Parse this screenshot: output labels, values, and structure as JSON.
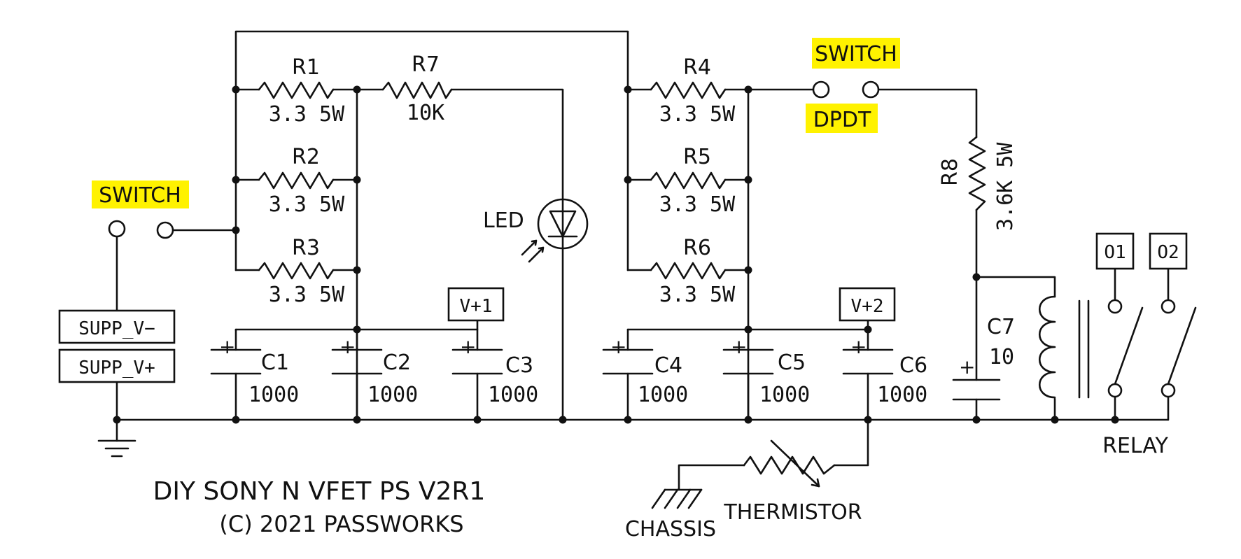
{
  "title": {
    "line1": "DIY SONY N VFET PS V2R1",
    "line2": "(C) 2021 PASSWORKS"
  },
  "switches": {
    "input": {
      "label": "SWITCH"
    },
    "dpdt": {
      "label_top": "SWITCH",
      "label_bottom": "DPDT"
    }
  },
  "resistors": {
    "r1": {
      "name": "R1",
      "value": "3.3 5W"
    },
    "r2": {
      "name": "R2",
      "value": "3.3 5W"
    },
    "r3": {
      "name": "R3",
      "value": "3.3 5W"
    },
    "r4": {
      "name": "R4",
      "value": "3.3 5W"
    },
    "r5": {
      "name": "R5",
      "value": "3.3 5W"
    },
    "r6": {
      "name": "R6",
      "value": "3.3 5W"
    },
    "r7": {
      "name": "R7",
      "value": "10K"
    },
    "r8": {
      "name": "R8",
      "value": "3.6K 5W"
    }
  },
  "capacitors": {
    "c1": {
      "name": "C1",
      "value": "1000"
    },
    "c2": {
      "name": "C2",
      "value": "1000"
    },
    "c3": {
      "name": "C3",
      "value": "1000"
    },
    "c4": {
      "name": "C4",
      "value": "1000"
    },
    "c5": {
      "name": "C5",
      "value": "1000"
    },
    "c6": {
      "name": "C6",
      "value": "1000"
    },
    "c7": {
      "name": "C7",
      "value": "10"
    }
  },
  "led": {
    "label": "LED"
  },
  "terminals": {
    "supp_v_minus": "SUPP_V−",
    "supp_v_plus": "SUPP_V+",
    "v_plus_1": "V+1",
    "v_plus_2": "V+2",
    "o1": "O1",
    "o2": "O2"
  },
  "relay": {
    "label": "RELAY"
  },
  "thermistor": {
    "label": "THERMISTOR"
  },
  "chassis": {
    "label": "CHASSIS"
  },
  "colors": {
    "highlight": "#fff200",
    "ink": "#111111"
  },
  "plus_sign": "+"
}
